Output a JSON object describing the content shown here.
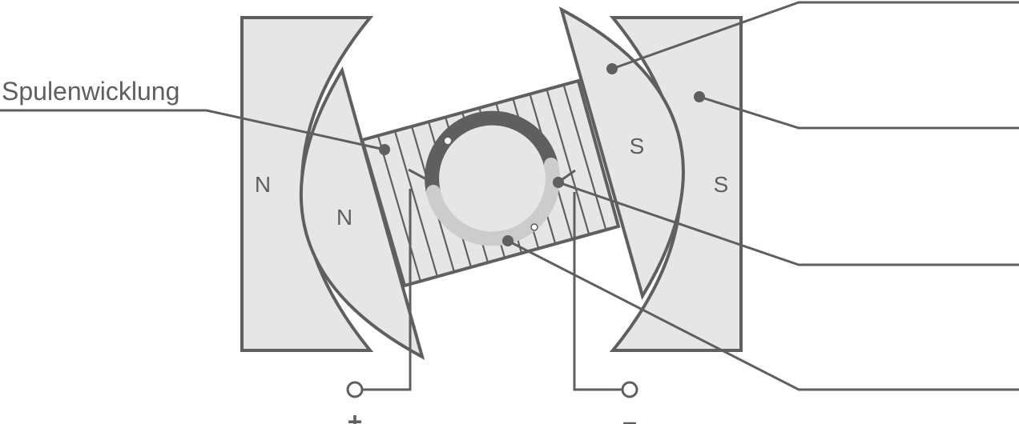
{
  "labels": {
    "coil_winding": "Spulenwicklung",
    "stator_north": "N",
    "rotor_north": "N",
    "rotor_south": "S",
    "stator_south": "S",
    "plus": "+",
    "minus": "–"
  },
  "colors": {
    "stroke": "#5f5f5f",
    "fill": "#e6e6e6",
    "commutator_dark": "#5f5f5f",
    "commutator_light": "#cccccc",
    "background": "#ffffff"
  }
}
